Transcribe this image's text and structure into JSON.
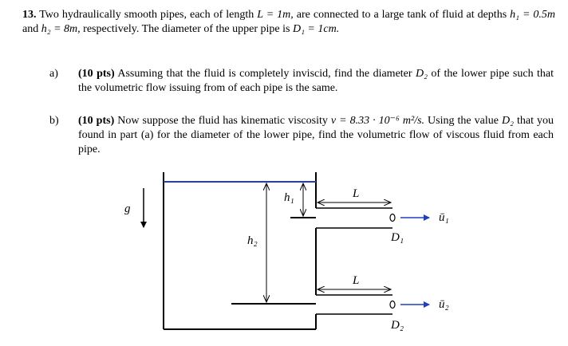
{
  "problem": {
    "number": "13.",
    "statement_1": "Two hydraulically smooth pipes, each of length",
    "L_eq": "L = 1m,",
    "statement_2": "are connected to a large tank of fluid at depths",
    "h1_eq": "h₁ = 0.5m",
    "and": "and",
    "h2_eq": "h₂ = 8m,",
    "statement_3": "respectively. The diameter of the upper pipe is",
    "D1_eq": "D₁ = 1cm."
  },
  "part_a": {
    "label": "a)",
    "points": "(10 pts)",
    "text_1": "Assuming that the fluid is completely inviscid, find the diameter",
    "D2": "D₂",
    "text_2": "of the lower pipe such that the volumetric flow issuing from of each pipe is the same."
  },
  "part_b": {
    "label": "b)",
    "points": "(10 pts)",
    "text_1": "Now suppose the fluid has kinematic viscosity",
    "nu_eq": "ν = 8.33 · 10⁻⁶ m²/s.",
    "text_2": "Using the value",
    "D2": "D₂",
    "text_3": "that you found in part (a) for the diameter of the lower pipe, find the volumetric flow of viscous fluid from each pipe."
  },
  "figure": {
    "g_label": "g",
    "h1_label": "h₁",
    "h2_label": "h₂",
    "L_upper_label": "L",
    "L_lower_label": "L",
    "D1_label": "D₁",
    "D2_label": "D₂",
    "u1_label": "ū₁",
    "u2_label": "ū₂",
    "free_surface_color": "#1f3fbf",
    "arrow_color": "#1f3fbf"
  }
}
